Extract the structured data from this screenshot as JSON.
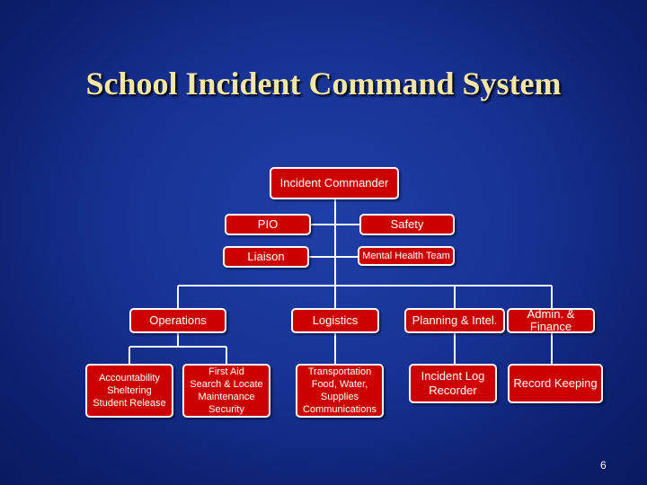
{
  "title": "School Incident Command System",
  "colors": {
    "box_fill": "#cc0000",
    "box_text": "#ffffff",
    "line": "#ffffff",
    "title": "#f2e6a6",
    "background": "#173293"
  },
  "command": {
    "incident_commander": "Incident Commander",
    "pio": "PIO",
    "safety": "Safety",
    "liaison": "Liaison",
    "mental_health": "Mental Health Team"
  },
  "sections": {
    "operations": "Operations",
    "logistics": "Logistics",
    "planning": "Planning & Intel.",
    "admin": "Admin. & Finance"
  },
  "units": {
    "accountability": [
      "Accountability",
      "Sheltering",
      "Student Release"
    ],
    "first_aid": [
      "First Aid",
      "Search & Locate",
      "Maintenance",
      "Security"
    ],
    "transportation": [
      "Transportation",
      "Food, Water,",
      "Supplies",
      "Communications"
    ],
    "incident_log": [
      "Incident Log",
      "Recorder"
    ],
    "record_keeping": [
      "Record Keeping"
    ]
  },
  "page_number": "6"
}
